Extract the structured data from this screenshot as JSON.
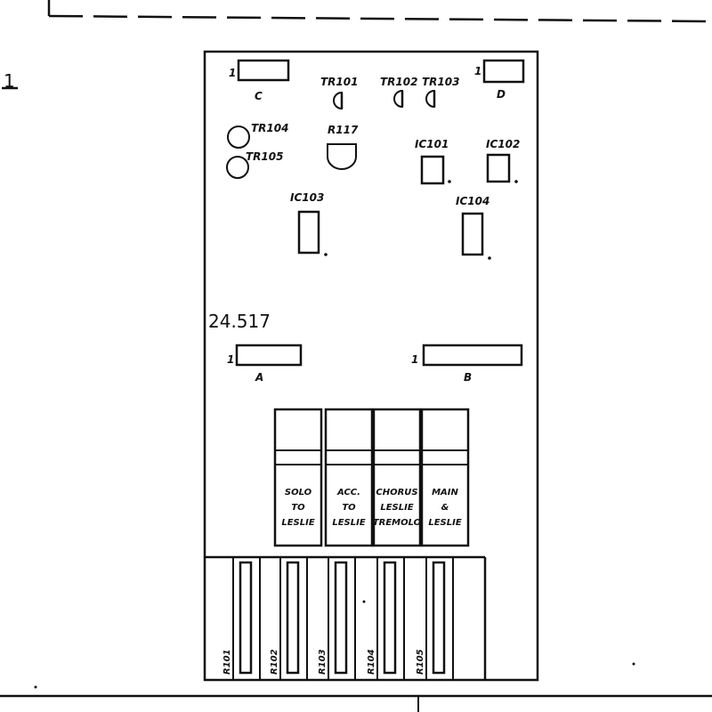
{
  "board": {
    "ref": "24.517",
    "corner_mark": "1",
    "connectors": {
      "c": {
        "pin": "1",
        "label": "C"
      },
      "d": {
        "pin": "1",
        "label": "D"
      },
      "a": {
        "pin": "1",
        "label": "A"
      },
      "b": {
        "pin": "1",
        "label": "B"
      }
    },
    "transistors": {
      "tr101": "TR101",
      "tr102": "TR102",
      "tr103": "TR103",
      "tr104": "TR104",
      "tr105": "TR105"
    },
    "resistor": "R117",
    "ics": {
      "ic101": "IC101",
      "ic102": "IC102",
      "ic103": "IC103",
      "ic104": "IC104"
    },
    "switches": [
      {
        "line1": "SOLO",
        "line2": "TO",
        "line3": "LESLIE"
      },
      {
        "line1": "ACC.",
        "line2": "TO",
        "line3": "LESLIE"
      },
      {
        "line1": "CHORUS",
        "line2": "LESLIE",
        "line3": "TREMOLO"
      },
      {
        "line1": "MAIN",
        "line2": "&",
        "line3": "LESLIE"
      }
    ],
    "pots": [
      "R101",
      "R102",
      "R103",
      "R104",
      "R105"
    ]
  }
}
